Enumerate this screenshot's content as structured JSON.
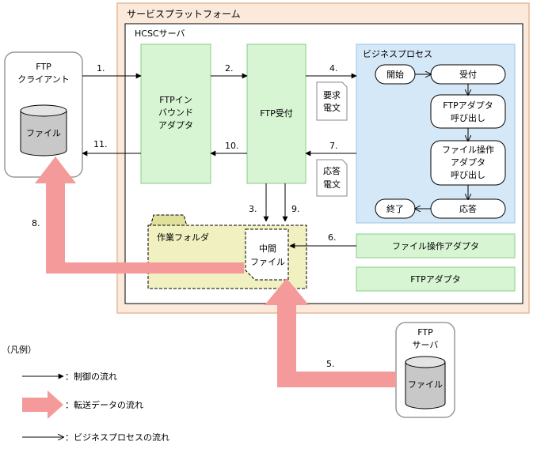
{
  "platform": {
    "title": "サービスプラットフォーム"
  },
  "hcsc": {
    "title": "HCSCサーバ"
  },
  "ftp_client": {
    "line1": "FTP",
    "line2": "クライアント",
    "file": "ファイル"
  },
  "ftp_server": {
    "line1": "FTP",
    "line2": "サーバ",
    "file": "ファイル"
  },
  "inbound_adapter": {
    "line1": "FTPイン",
    "line2": "バウンド",
    "line3": "アダプタ"
  },
  "ftp_reception": {
    "label": "FTP受付"
  },
  "business_process": {
    "title": "ビジネスプロセス",
    "start": "開始",
    "receive": "受付",
    "ftp_call": {
      "line1": "FTPアダプタ",
      "line2": "呼び出し"
    },
    "file_op_call": {
      "line1": "ファイル操作",
      "line2": "アダプタ",
      "line3": "呼び出し"
    },
    "end": "終了",
    "response": "応答"
  },
  "request_doc": {
    "line1": "要求",
    "line2": "電文"
  },
  "response_doc": {
    "line1": "応答",
    "line2": "電文"
  },
  "work_folder": {
    "title": "作業フォルダ",
    "mid_file_line1": "中間",
    "mid_file_line2": "ファイル"
  },
  "file_op_adapter": {
    "label": "ファイル操作アダプタ"
  },
  "ftp_adapter": {
    "label": "FTPアダプタ"
  },
  "steps": {
    "s1": "1.",
    "s2": "2.",
    "s3": "3.",
    "s4": "4.",
    "s5": "5.",
    "s6": "6.",
    "s7": "7.",
    "s8": "8.",
    "s9": "9.",
    "s10": "10.",
    "s11": "11."
  },
  "legend": {
    "title": "（凡例）",
    "control": "：制御の流れ",
    "transfer": "：転送データの流れ",
    "process": "：ビジネスプロセスの流れ"
  },
  "colors": {
    "platform_bg": "#fbeadc",
    "platform_border": "#e8b898",
    "green_bg": "#d7f5d3",
    "green_border": "#88cc88",
    "bp_bg": "#d5e8f8",
    "bp_border": "#99c3e6",
    "folder_bg": "#f0f0c0",
    "folder_tab": "#e0e09a",
    "transfer_arrow": "#f49a9a",
    "device_border": "#999999"
  }
}
